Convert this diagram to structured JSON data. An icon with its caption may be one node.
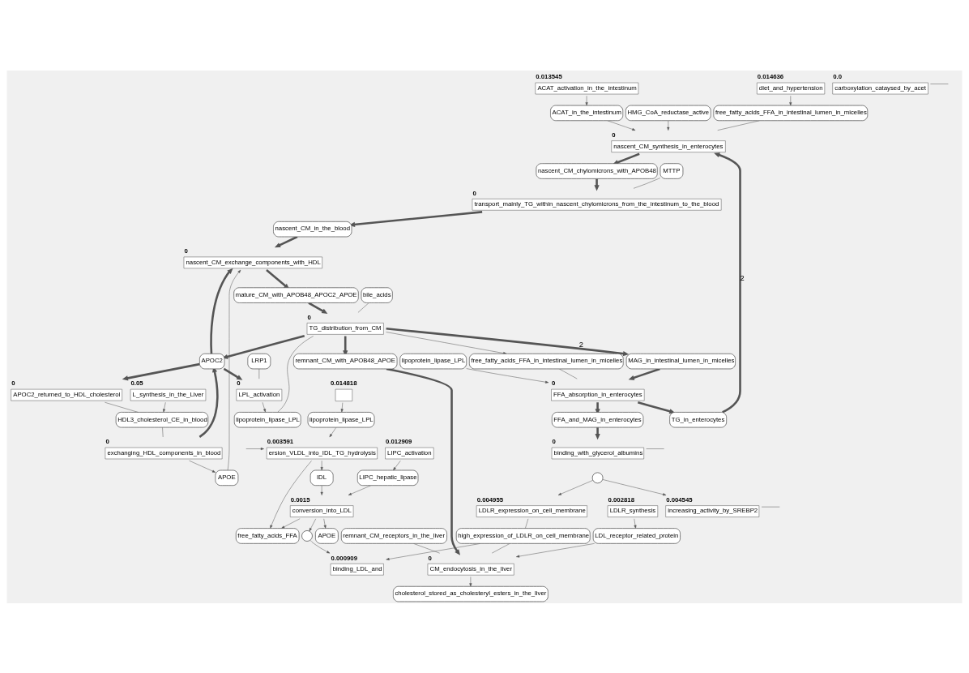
{
  "diagram": {
    "nodes": [
      {
        "text": [
          "ACAT_activation_in_the_intestinum"
        ],
        "beside": [
          "0.013545"
        ]
      },
      {
        "text": [
          "ACAT_in_the_intestinum"
        ]
      },
      {
        "text": [
          "nascent_CM_synthesis_in_enterocytes"
        ],
        "beside": [
          "0"
        ]
      },
      {
        "text": [
          "HMG_CoA_reductase_active"
        ]
      },
      {
        "text": [
          "diet_and_hypertension"
        ],
        "beside": [
          "0.014636"
        ]
      },
      {
        "text": [
          "free_fatty_acids_FFA_in_intestinal_lumen_in_micelles"
        ]
      },
      {
        "text": [
          "nascent_CM_chylomicrons_with_APOB48"
        ]
      },
      {
        "text": [
          "TG_in_enterocytes"
        ]
      },
      {
        "text": [
          "APOE"
        ]
      },
      {
        "text": [
          "nascent_CM_exchange_components_with_HDL"
        ],
        "beside": [
          "0"
        ]
      },
      {
        "text": [
          "nascent_CM_in_the_blood"
        ]
      },
      {
        "text": [
          "MTTP"
        ]
      },
      {
        "text": [
          "exchanging_HDL_components_in_blood"
        ],
        "beside": [
          "0"
        ]
      },
      {
        "text": [
          "APOC2"
        ]
      },
      {
        "text": [
          "transport_mainly_TG_within_nascent_chylomicrons_from_the_intestinum_to_the_blood"
        ],
        "beside": [
          "0"
        ]
      },
      {
        "text": [
          "carboxylation_cataysed_by_acet"
        ],
        "beside": [
          "0.0"
        ]
      },
      {
        "text": [
          "L_synthesis_in_the_Liver"
        ],
        "beside": [
          "0.05"
        ]
      },
      {
        "text": [
          "HDL3_cholesterol_CE_in_blood"
        ]
      },
      {
        "text": [
          "LPL_activation"
        ],
        "beside": [
          "0"
        ]
      },
      {
        "text": [
          "mature_CM_with_APOB48_APOC2_APOE"
        ]
      },
      {
        "text": [
          "LRP1"
        ]
      },
      {
        "text": [
          "APOC2_returned_to_HDL_cholesterol"
        ],
        "beside": [
          "0"
        ]
      },
      {
        "text": [
          "lipoprotein_lipase_LPL"
        ]
      },
      {
        "text": [
          "TG_distribution_from_CM"
        ],
        "beside": [
          "0"
        ]
      },
      {
        "text": [
          "free_fatty_acids_FFA_in_intestinal_lumen_in_micelles"
        ]
      },
      {
        "text": [
          "FFA_absorption_in_enterocytes"
        ],
        "beside": [
          "0"
        ]
      },
      {
        "text": [
          "lipoprotein_lipase_LPL"
        ]
      },
      {
        "text": [
          "LIPC_activation"
        ],
        "beside": [
          "0.012909"
        ]
      },
      {
        "text": [
          "LIPC_hepatic_lipase"
        ]
      },
      {
        "text": [
          "APOE"
        ]
      },
      {
        "text": [
          "bile_acids"
        ]
      },
      {
        "text": [
          "remnant_CM_with_APOB48_APOE"
        ]
      },
      {
        "text": [
          "MAG_in_intestinal_lumen_in_micelles"
        ]
      },
      {
        "text": [
          "FFA_and_MAG_in_enterocytes"
        ]
      },
      {
        "text": [
          "free_fatty_acids_FFA"
        ]
      },
      {
        "text": [
          "conversion_into_LDL"
        ],
        "beside": [
          "0.0015"
        ]
      },
      {
        "text": [
          "cholesterol_stored_as_cholesteryl_esters_in_the_liver"
        ]
      },
      {
        "text": [
          "LDLR_synthesis"
        ],
        "beside": [
          "0.002818"
        ]
      },
      {
        "text": [
          "binding_with_glycerol_albumins"
        ],
        "beside": [
          "0"
        ]
      },
      {
        "text": [
          "IDL"
        ]
      },
      {
        "text": [
          "ersion_VLDL_into_IDL_TG_hydrolysis"
        ],
        "beside": [
          "0.003591"
        ]
      },
      {
        "text": [
          "remnant_CM_receptors_in_the_liver"
        ]
      },
      {
        "text": [
          "CM_endocytosis_in_the_liver"
        ],
        "beside": [
          "0"
        ]
      },
      {
        "text": [
          "LDL_receptor_related_protein"
        ]
      },
      {
        "text": [
          "lipoprotein_lipase_LPL"
        ]
      },
      {
        "text": [],
        "shape": "box",
        "beside": [
          "0.014818"
        ]
      },
      {
        "text": [],
        "shape": "circle"
      },
      {
        "text": [
          "binding_LDL_and"
        ],
        "beside": [
          "0.000909"
        ]
      },
      {
        "text": [
          "high_expression_of_LDLR_on_cell_membrane"
        ]
      },
      {
        "text": [
          "LDLR_expression_on_cell_membrane"
        ],
        "beside": [
          "0.004955"
        ]
      },
      {
        "text": [],
        "shape": "circle"
      },
      {
        "text": [
          "increasing_activity_by_SREBP2"
        ],
        "beside": [
          "0.004545"
        ]
      }
    ],
    "edges": [
      {
        "from": 0,
        "to": 1,
        "arrow": "to"
      },
      {
        "from": 1,
        "to": 2,
        "arrow": "to"
      },
      {
        "from": 3,
        "to": 2,
        "arrow": "to"
      },
      {
        "from": 4,
        "to": 5,
        "arrow": "to"
      },
      {
        "from": 5,
        "to": 2,
        "arrow": "none"
      },
      {
        "from": 2,
        "to": 6,
        "arrow": "to",
        "style": "thick"
      },
      {
        "from": 7,
        "to": 2,
        "arrow": "to",
        "style": "thick",
        "label": "2"
      },
      {
        "from": 6,
        "to": 14,
        "arrow": "to",
        "style": "thick"
      },
      {
        "from": 14,
        "to": 10,
        "arrow": "to",
        "style": "thick"
      },
      {
        "from": 11,
        "to": 14,
        "arrow": "none"
      },
      {
        "from": 25,
        "to": 7,
        "arrow": "to",
        "style": "thick"
      },
      {
        "from": 10,
        "to": 9,
        "arrow": "to",
        "style": "thick"
      },
      {
        "from": 8,
        "to": 9,
        "arrow": "to"
      },
      {
        "from": 12,
        "to": 8,
        "arrow": "to"
      },
      {
        "from": 12,
        "to": 13,
        "arrow": "to",
        "style": "thick"
      },
      {
        "from": 13,
        "to": 9,
        "arrow": "to",
        "style": "thick"
      },
      {
        "from": 9,
        "to": 19,
        "arrow": "to",
        "style": "thick"
      },
      {
        "from": 19,
        "to": 23,
        "arrow": "to",
        "style": "thick"
      },
      {
        "from": 23,
        "to": 13,
        "arrow": "to",
        "style": "thick"
      },
      {
        "from": 13,
        "to": 18,
        "arrow": "to",
        "style": "thick"
      },
      {
        "from": 13,
        "to": 21,
        "arrow": "to",
        "style": "thick"
      },
      {
        "from": 17,
        "to": 12,
        "arrow": "none"
      },
      {
        "from": 21,
        "to": 17,
        "arrow": "none"
      },
      {
        "from": 16,
        "to": 17,
        "arrow": "to"
      },
      {
        "from": 18,
        "to": 22,
        "arrow": "to"
      },
      {
        "from": 20,
        "to": 18,
        "arrow": "none"
      },
      {
        "from": 22,
        "to": 23,
        "arrow": "none"
      },
      {
        "from": 30,
        "to": 23,
        "arrow": "none"
      },
      {
        "from": 23,
        "to": 24,
        "arrow": "to"
      },
      {
        "from": 23,
        "to": 31,
        "arrow": "to",
        "style": "thick"
      },
      {
        "from": 23,
        "to": 32,
        "arrow": "to",
        "style": "thick",
        "label": "2"
      },
      {
        "from": 24,
        "to": 25,
        "arrow": "none"
      },
      {
        "from": 26,
        "to": 25,
        "arrow": "to"
      },
      {
        "from": 32,
        "to": 25,
        "arrow": "to",
        "style": "thick"
      },
      {
        "from": 25,
        "to": 33,
        "arrow": "to",
        "style": "thick"
      },
      {
        "from": 33,
        "to": 38,
        "arrow": "to",
        "style": "thick"
      },
      {
        "from": 38,
        "to": null,
        "arrow": "none"
      },
      {
        "from": 15,
        "to": null,
        "arrow": "none"
      },
      {
        "from": 27,
        "to": 28,
        "arrow": "to"
      },
      {
        "from": 28,
        "to": 35,
        "arrow": "to"
      },
      {
        "from": 35,
        "to": 29,
        "arrow": "to"
      },
      {
        "from": 35,
        "to": 34,
        "arrow": "to"
      },
      {
        "from": 35,
        "to": 46,
        "arrow": "to"
      },
      {
        "from": 39,
        "to": 35,
        "arrow": "to"
      },
      {
        "from": 40,
        "to": 39,
        "arrow": "to"
      },
      {
        "from": 40,
        "to": 34,
        "arrow": "to"
      },
      {
        "from": 44,
        "to": 40,
        "arrow": "to"
      },
      {
        "from": 45,
        "to": 44,
        "arrow": "to"
      },
      {
        "from": null,
        "to": 40,
        "arrow": "to"
      },
      {
        "from": 46,
        "to": 47,
        "arrow": "to"
      },
      {
        "from": 48,
        "to": 47,
        "arrow": "to"
      },
      {
        "from": 48,
        "to": 42,
        "arrow": "none"
      },
      {
        "from": 31,
        "to": 42,
        "arrow": "to",
        "style": "thick"
      },
      {
        "from": 42,
        "to": 36,
        "arrow": "to"
      },
      {
        "from": 41,
        "to": 42,
        "arrow": "none"
      },
      {
        "from": 43,
        "to": 42,
        "arrow": "to"
      },
      {
        "from": 37,
        "to": 43,
        "arrow": "to"
      },
      {
        "from": 49,
        "to": 48,
        "arrow": "none"
      },
      {
        "from": 50,
        "to": 49,
        "arrow": "to"
      },
      {
        "from": 50,
        "to": 51,
        "arrow": "to"
      },
      {
        "from": 51,
        "to": null,
        "arrow": "none"
      }
    ]
  }
}
